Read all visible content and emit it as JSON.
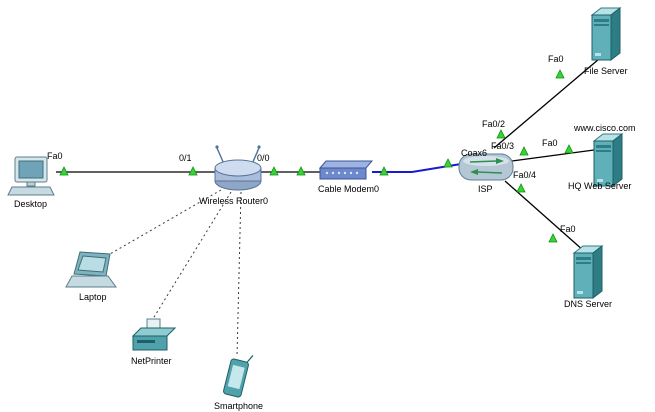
{
  "topology": {
    "devices": {
      "desktop": {
        "label": "Desktop"
      },
      "laptop": {
        "label": "Laptop"
      },
      "netprinter": {
        "label": "NetPrinter"
      },
      "smartphone": {
        "label": "Smartphone"
      },
      "wireless_router": {
        "label": "Wireless Router0"
      },
      "cable_modem": {
        "label": "Cable Modem0"
      },
      "isp": {
        "label": "ISP"
      },
      "file_server": {
        "label": "File Server"
      },
      "hq_web_server": {
        "label": "HQ Web Server",
        "annotation": "www.cisco.com"
      },
      "dns_server": {
        "label": "DNS Server"
      }
    },
    "ports": {
      "desktop_fa0": "Fa0",
      "router_port_left": "0/1",
      "router_port_right": "0/0",
      "isp_coax": "Coax6",
      "isp_fa0_2": "Fa0/2",
      "isp_fa0_3": "Fa0/3",
      "isp_fa0_4": "Fa0/4",
      "file_server_fa0": "Fa0",
      "web_server_fa0": "Fa0",
      "dns_server_fa0": "Fa0"
    },
    "colors": {
      "ethernet_link": "#000000",
      "coax_link": "#1a1ace",
      "wireless_link": "#3c3c3c",
      "link_up_indicator": "#33d633",
      "device_teal": "#5fb0b8",
      "router_blue": "#aabedc"
    }
  }
}
